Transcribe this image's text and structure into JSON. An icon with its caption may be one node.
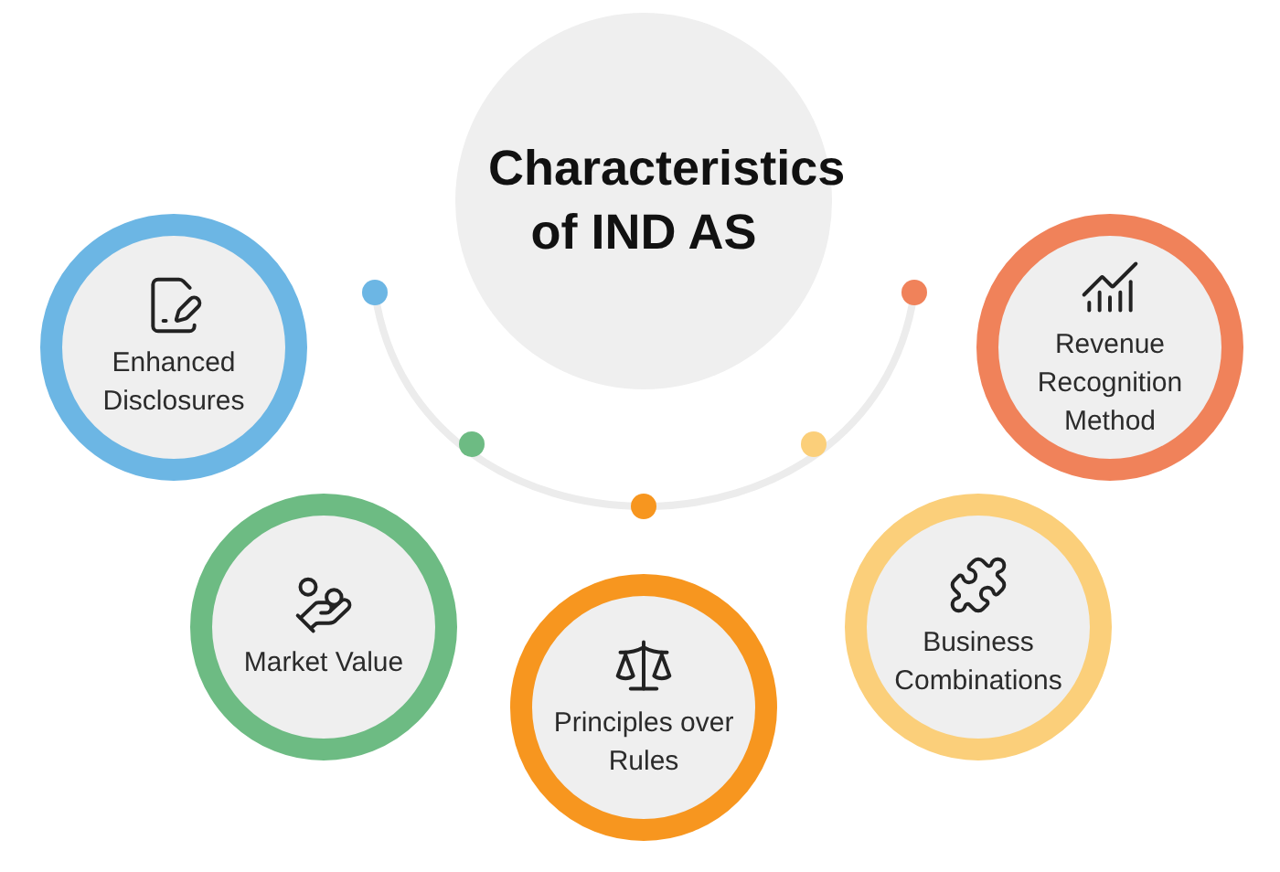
{
  "diagram": {
    "nodes": [
      {
        "text": [
          "Characteristics of IND AS"
        ]
      },
      {
        "text": [
          "Enhanced Disclosures"
        ]
      },
      {
        "text": [
          "Revenue Recognition Method"
        ]
      },
      {
        "text": [
          "Market Value"
        ]
      },
      {
        "text": [
          "Principles over Rules"
        ]
      },
      {
        "text": [
          "Business Combinations"
        ]
      }
    ],
    "edges": []
  }
}
